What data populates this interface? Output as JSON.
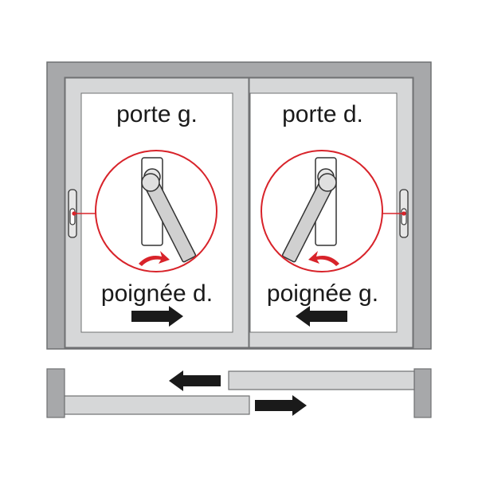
{
  "left_door": {
    "title": "porte g.",
    "handle_label": "poignée d."
  },
  "right_door": {
    "title": "porte d.",
    "handle_label": "poignée g."
  },
  "colors": {
    "frame": "#a7a8aa",
    "frame_edge": "#6f7072",
    "sash": "#d6d7d8",
    "accent_red": "#d8232a",
    "arrow": "#1a1a1a"
  }
}
